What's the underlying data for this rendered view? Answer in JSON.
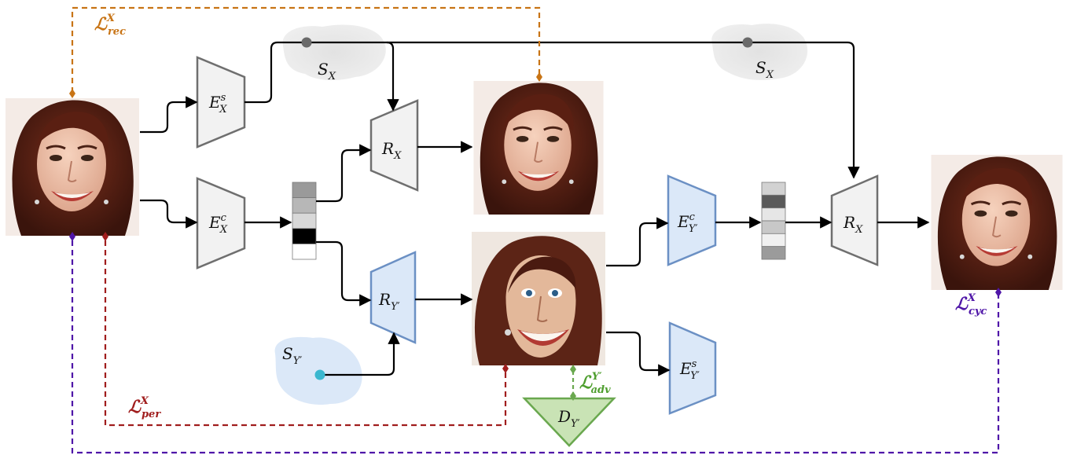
{
  "colors": {
    "rec": "#c87415",
    "per": "#a01d1d",
    "cyc": "#4f16a8",
    "adv": "#4e9e2e",
    "style_cloud_x": "#e6e6e6",
    "style_cloud_y": "#dbe8f8",
    "encoder_gray": "#f2f2f2",
    "encoder_blue": "#dbe8f8",
    "discriminator": "#c9e3b5"
  },
  "images": {
    "input_photo": "photo-face",
    "reconstructed_photo": "photo-face",
    "caricature": "caricature-face",
    "cycle_photo": "photo-face"
  },
  "modules": {
    "style_encoder_x": {
      "base": "E",
      "sup": "s",
      "sub": "X"
    },
    "content_encoder_x": {
      "base": "E",
      "sup": "c",
      "sub": "X"
    },
    "decoder_x_top": {
      "base": "R",
      "sub": "X"
    },
    "decoder_y": {
      "base": "R",
      "sub": "Y′"
    },
    "content_encoder_y": {
      "base": "E",
      "sup": "c",
      "sub": "Y′"
    },
    "decoder_x_right": {
      "base": "R",
      "sub": "X"
    },
    "style_encoder_y": {
      "base": "E",
      "sup": "s",
      "sub": "Y′"
    },
    "discriminator_y": {
      "base": "D",
      "sub": "Y′"
    }
  },
  "style_codes": {
    "s_x_left": {
      "base": "S",
      "sub": "X"
    },
    "s_x_right": {
      "base": "S",
      "sub": "X"
    },
    "s_y": {
      "base": "S",
      "sub": "Y′"
    }
  },
  "content_codes": {
    "left": [
      "#9a9a9a",
      "#b7b7b7",
      "#d8d8d8",
      "#000000",
      "#ffffff"
    ],
    "right": [
      "#d2d2d2",
      "#5a5a5a",
      "#e6e6e6",
      "#c8c8c8",
      "#f0f0f0",
      "#9b9b9b"
    ]
  },
  "losses": {
    "rec": {
      "base": "ℒ",
      "sup": "X",
      "sub": "rec"
    },
    "per": {
      "base": "ℒ",
      "sup": "X",
      "sub": "per"
    },
    "cyc": {
      "base": "ℒ",
      "sup": "X",
      "sub": "cyc"
    },
    "adv": {
      "base": "ℒ",
      "sup": "Y′",
      "sub": "adv"
    }
  }
}
